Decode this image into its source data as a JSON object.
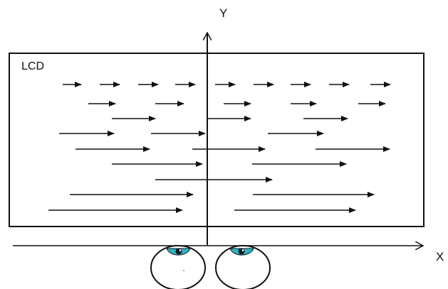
{
  "labels": {
    "display": "LCD",
    "y_axis": "Y",
    "x_axis": "X"
  },
  "colors": {
    "ink": "#111111",
    "background": "#ffffff",
    "iris": "#2ab5c6",
    "pupil": "#0b1a2a",
    "eye_outline": "#111111",
    "highlight": "#e06060"
  },
  "icons": {
    "eye": "eye-icon",
    "arrowhead": "filled-triangle-arrowhead"
  },
  "arrow_rows": [
    [
      [
        88,
        114
      ],
      [
        140,
        168
      ],
      [
        194,
        222
      ],
      [
        246,
        274
      ],
      [
        302,
        330
      ],
      [
        356,
        384
      ],
      [
        408,
        436
      ],
      [
        462,
        490
      ],
      [
        520,
        548
      ]
    ],
    [
      [
        124,
        162
      ],
      [
        218,
        258
      ],
      [
        314,
        352
      ],
      [
        408,
        444
      ],
      [
        503,
        541
      ]
    ],
    [
      [
        157,
        218
      ],
      [
        292,
        352
      ],
      [
        426,
        488
      ]
    ],
    [
      [
        83,
        160
      ],
      [
        212,
        288
      ],
      [
        376,
        454
      ]
    ],
    [
      [
        106,
        210
      ],
      [
        270,
        372
      ],
      [
        443,
        547
      ]
    ],
    [
      [
        157,
        284
      ],
      [
        354,
        486
      ]
    ],
    [
      [
        218,
        382
      ]
    ],
    [
      [
        98,
        271
      ],
      [
        355,
        525
      ]
    ],
    [
      [
        68,
        256
      ],
      [
        329,
        499
      ]
    ]
  ]
}
